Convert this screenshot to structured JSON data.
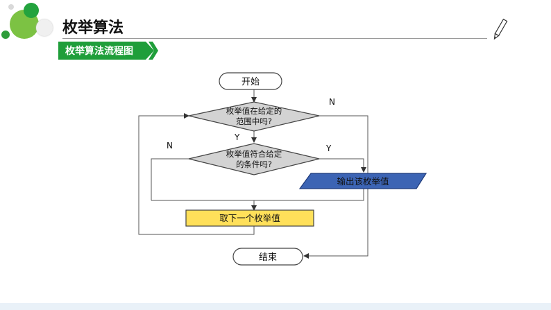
{
  "header": {
    "title": "枚举算法",
    "subtitle": "枚举算法流程图"
  },
  "flowchart": {
    "start": "开始",
    "cond1_line1": "枚举值在给定的",
    "cond1_line2": "范围中吗?",
    "cond2_line1": "枚举值符合给定",
    "cond2_line2": "的条件吗?",
    "output": "输出该枚举值",
    "next": "取下一个枚举值",
    "end": "结束",
    "label_n1": "N",
    "label_y1": "Y",
    "label_n2": "N",
    "label_y2": "Y"
  },
  "colors": {
    "green_dark": "#1f9e3a",
    "green_light": "#7cc243",
    "output_fill": "#3c64b4",
    "next_fill": "#ffe05a",
    "decision_fill": "#d3d3d3"
  }
}
